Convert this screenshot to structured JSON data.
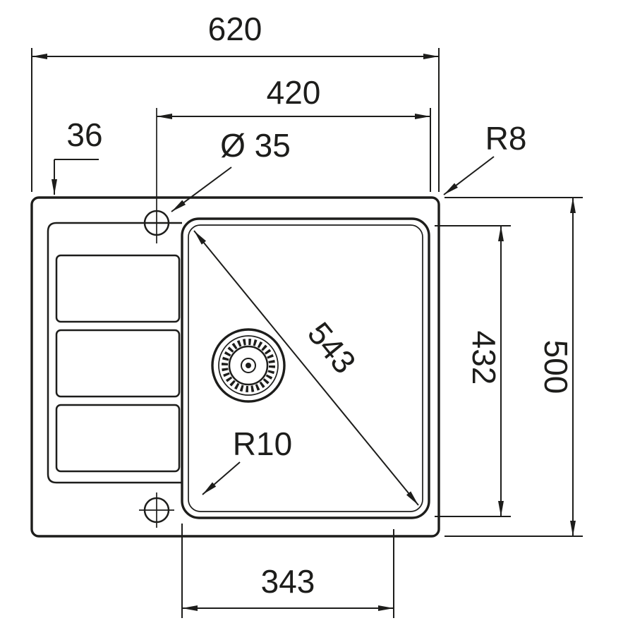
{
  "diagram": {
    "subject": "sink-top-view-technical-drawing",
    "colors": {
      "line": "#1d1d1b",
      "background": "#ffffff"
    },
    "labels": {
      "overall_width": "620",
      "inner_width": "420",
      "edge_offset": "36",
      "hole_diameter": "Ø 35",
      "outer_corner_radius": "R8",
      "bowl_diagonal": "543",
      "bowl_depth": "432",
      "overall_depth": "500",
      "bowl_corner_radius": "R10",
      "bowl_bottom_width": "343"
    }
  }
}
